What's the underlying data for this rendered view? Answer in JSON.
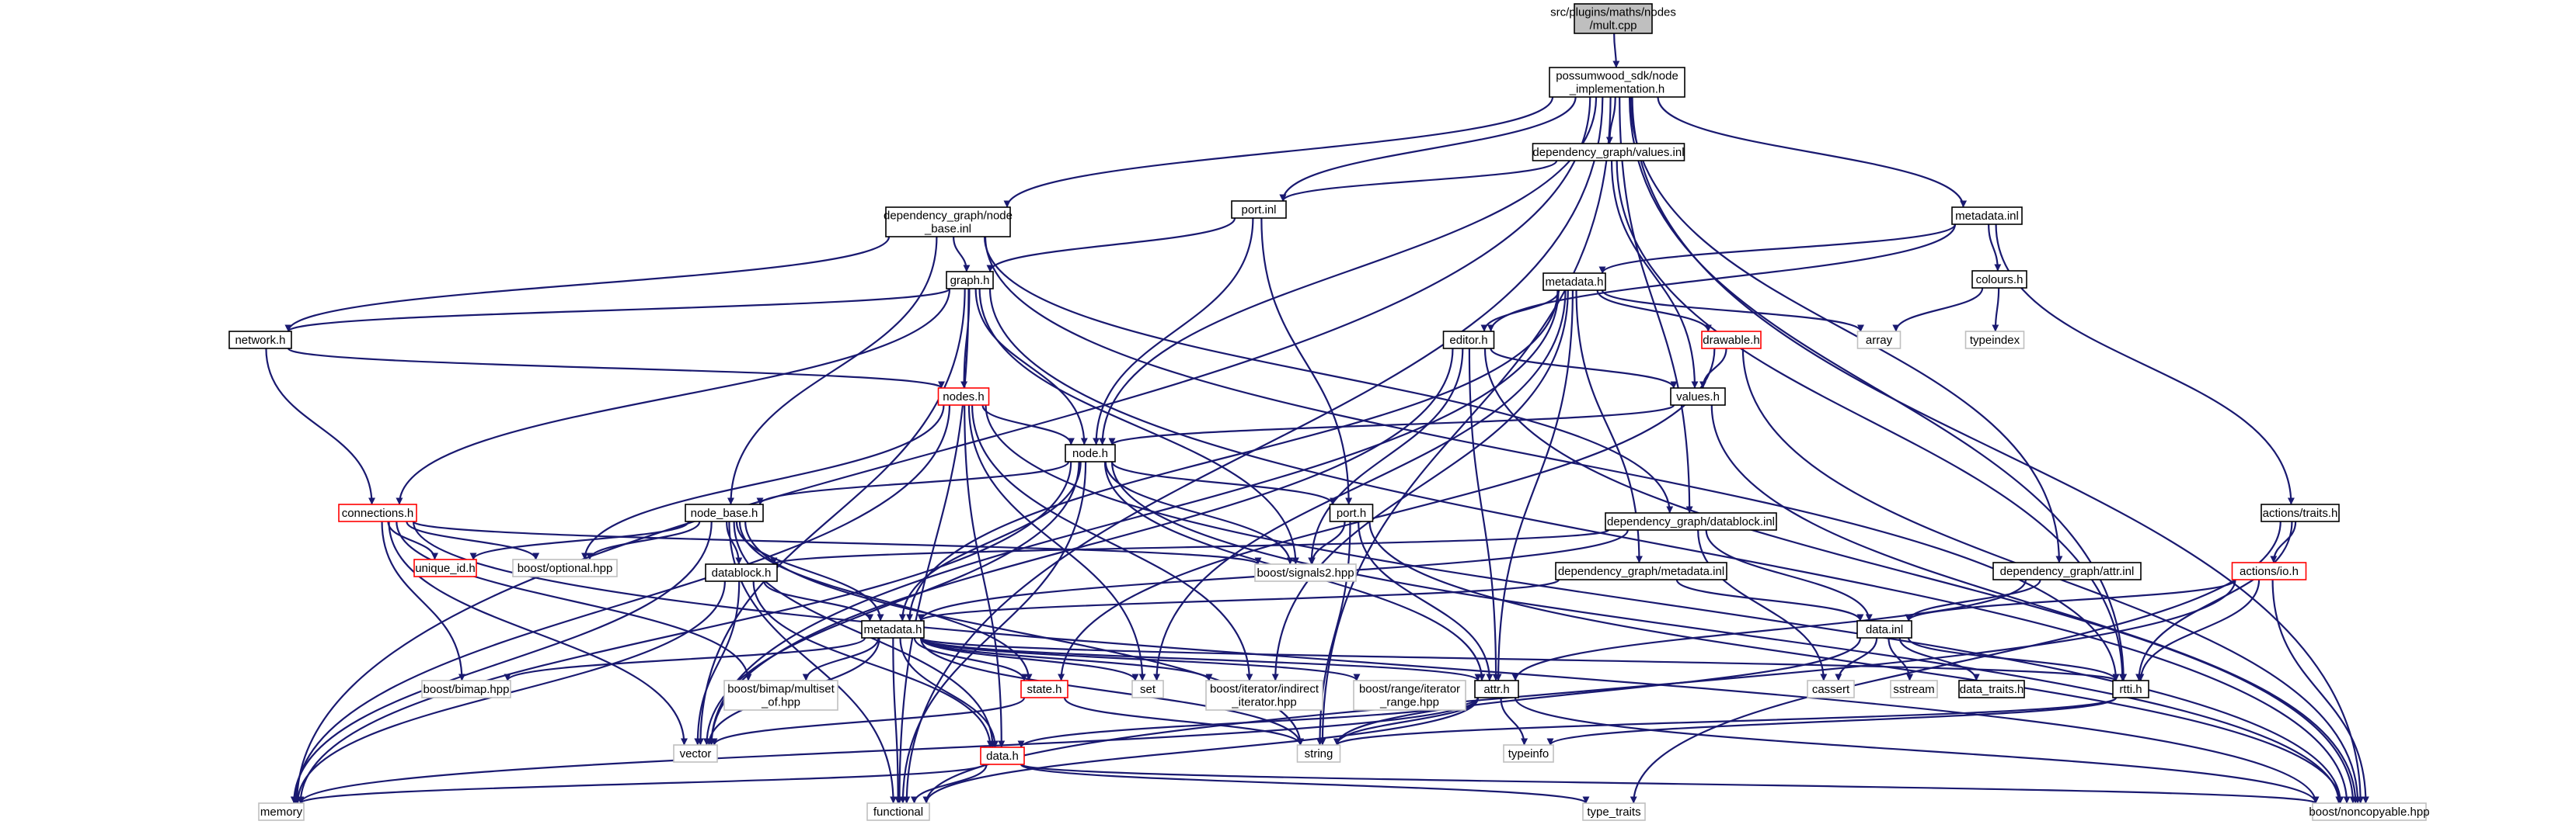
{
  "graph": {
    "colors": {
      "edge": "#191970",
      "root_fill": "#bfbfbf",
      "node_border": "#000000",
      "highlight_border": "#ff0000",
      "external_border": "#bfbfbf"
    },
    "nodes": [
      {
        "id": "mult_cpp",
        "lines": [
          "src/plugins/maths/nodes",
          "/mult.cpp"
        ],
        "style": "root"
      },
      {
        "id": "node_impl",
        "lines": [
          "possumwood_sdk/node",
          "_implementation.h"
        ],
        "style": "normal"
      },
      {
        "id": "values_inl",
        "lines": [
          "dependency_graph/values.inl"
        ],
        "style": "normal"
      },
      {
        "id": "node_base_inl",
        "lines": [
          "dependency_graph/node",
          "_base.inl"
        ],
        "style": "normal"
      },
      {
        "id": "port_inl",
        "lines": [
          "port.inl"
        ],
        "style": "normal"
      },
      {
        "id": "metadata_inl",
        "lines": [
          "metadata.inl"
        ],
        "style": "normal"
      },
      {
        "id": "graph_h",
        "lines": [
          "graph.h"
        ],
        "style": "normal"
      },
      {
        "id": "colours_h",
        "lines": [
          "colours.h"
        ],
        "style": "normal"
      },
      {
        "id": "metadata_h_top",
        "lines": [
          "metadata.h"
        ],
        "style": "normal"
      },
      {
        "id": "network_h",
        "lines": [
          "network.h"
        ],
        "style": "normal"
      },
      {
        "id": "editor_h",
        "lines": [
          "editor.h"
        ],
        "style": "normal"
      },
      {
        "id": "drawable_h",
        "lines": [
          "drawable.h"
        ],
        "style": "red"
      },
      {
        "id": "array",
        "lines": [
          "array"
        ],
        "style": "external"
      },
      {
        "id": "typeindex",
        "lines": [
          "typeindex"
        ],
        "style": "external"
      },
      {
        "id": "nodes_h",
        "lines": [
          "nodes.h"
        ],
        "style": "red"
      },
      {
        "id": "values_h",
        "lines": [
          "values.h"
        ],
        "style": "normal"
      },
      {
        "id": "node_h",
        "lines": [
          "node.h"
        ],
        "style": "normal"
      },
      {
        "id": "connections_h",
        "lines": [
          "connections.h"
        ],
        "style": "red"
      },
      {
        "id": "node_base_h",
        "lines": [
          "node_base.h"
        ],
        "style": "normal"
      },
      {
        "id": "port_h",
        "lines": [
          "port.h"
        ],
        "style": "normal"
      },
      {
        "id": "datablock_inl",
        "lines": [
          "dependency_graph/datablock.inl"
        ],
        "style": "normal"
      },
      {
        "id": "actions_traits_h",
        "lines": [
          "actions/traits.h"
        ],
        "style": "normal"
      },
      {
        "id": "unique_id_h",
        "lines": [
          "unique_id.h"
        ],
        "style": "red"
      },
      {
        "id": "boost_optional",
        "lines": [
          "boost/optional.hpp"
        ],
        "style": "external"
      },
      {
        "id": "datablock_h",
        "lines": [
          "datablock.h"
        ],
        "style": "normal"
      },
      {
        "id": "boost_signals2",
        "lines": [
          "boost/signals2.hpp"
        ],
        "style": "external"
      },
      {
        "id": "dg_metadata_inl",
        "lines": [
          "dependency_graph/metadata.inl"
        ],
        "style": "normal"
      },
      {
        "id": "dg_attr_inl",
        "lines": [
          "dependency_graph/attr.inl"
        ],
        "style": "normal"
      },
      {
        "id": "actions_io_h",
        "lines": [
          "actions/io.h"
        ],
        "style": "red"
      },
      {
        "id": "metadata_h",
        "lines": [
          "metadata.h"
        ],
        "style": "normal"
      },
      {
        "id": "data_inl",
        "lines": [
          "data.inl"
        ],
        "style": "normal"
      },
      {
        "id": "boost_bimap",
        "lines": [
          "boost/bimap.hpp"
        ],
        "style": "external"
      },
      {
        "id": "boost_bimap_multiset",
        "lines": [
          "boost/bimap/multiset",
          "_of.hpp"
        ],
        "style": "external"
      },
      {
        "id": "state_h",
        "lines": [
          "state.h"
        ],
        "style": "red"
      },
      {
        "id": "set",
        "lines": [
          "set"
        ],
        "style": "external"
      },
      {
        "id": "boost_iter_indirect",
        "lines": [
          "boost/iterator/indirect",
          "_iterator.hpp"
        ],
        "style": "external"
      },
      {
        "id": "boost_range_iter",
        "lines": [
          "boost/range/iterator",
          "_range.hpp"
        ],
        "style": "external"
      },
      {
        "id": "attr_h",
        "lines": [
          "attr.h"
        ],
        "style": "normal"
      },
      {
        "id": "cassert",
        "lines": [
          "cassert"
        ],
        "style": "external"
      },
      {
        "id": "sstream",
        "lines": [
          "sstream"
        ],
        "style": "external"
      },
      {
        "id": "data_traits_h",
        "lines": [
          "data_traits.h"
        ],
        "style": "normal"
      },
      {
        "id": "rtti_h",
        "lines": [
          "rtti.h"
        ],
        "style": "normal"
      },
      {
        "id": "vector",
        "lines": [
          "vector"
        ],
        "style": "external"
      },
      {
        "id": "string",
        "lines": [
          "string"
        ],
        "style": "external"
      },
      {
        "id": "typeinfo",
        "lines": [
          "typeinfo"
        ],
        "style": "external"
      },
      {
        "id": "data_h",
        "lines": [
          "data.h"
        ],
        "style": "red"
      },
      {
        "id": "memory",
        "lines": [
          "memory"
        ],
        "style": "external"
      },
      {
        "id": "functional",
        "lines": [
          "functional"
        ],
        "style": "external"
      },
      {
        "id": "type_traits",
        "lines": [
          "type_traits"
        ],
        "style": "external"
      },
      {
        "id": "boost_noncopyable",
        "lines": [
          "boost/noncopyable.hpp"
        ],
        "style": "external"
      }
    ],
    "edges": [
      [
        "mult_cpp",
        "node_impl"
      ],
      [
        "node_impl",
        "values_inl"
      ],
      [
        "node_impl",
        "node_base_inl"
      ],
      [
        "node_impl",
        "port_inl"
      ],
      [
        "node_impl",
        "metadata_inl"
      ],
      [
        "node_impl",
        "node_h"
      ],
      [
        "node_impl",
        "datablock_inl"
      ],
      [
        "node_impl",
        "dg_attr_inl"
      ],
      [
        "node_impl",
        "rtti_h"
      ],
      [
        "node_impl",
        "string"
      ],
      [
        "node_impl",
        "memory"
      ],
      [
        "node_impl",
        "functional"
      ],
      [
        "node_impl",
        "boost_noncopyable"
      ],
      [
        "values_inl",
        "port_inl"
      ],
      [
        "values_inl",
        "values_h"
      ],
      [
        "values_inl",
        "rtti_h"
      ],
      [
        "node_base_inl",
        "graph_h"
      ],
      [
        "node_base_inl",
        "network_h"
      ],
      [
        "node_base_inl",
        "datablock_inl"
      ],
      [
        "node_base_inl",
        "node_base_h"
      ],
      [
        "node_base_inl",
        "rtti_h"
      ],
      [
        "port_inl",
        "graph_h"
      ],
      [
        "port_inl",
        "node_h"
      ],
      [
        "port_inl",
        "port_h"
      ],
      [
        "metadata_inl",
        "metadata_h_top"
      ],
      [
        "metadata_inl",
        "colours_h"
      ],
      [
        "metadata_inl",
        "actions_traits_h"
      ],
      [
        "metadata_inl",
        "editor_h"
      ],
      [
        "colours_h",
        "array"
      ],
      [
        "colours_h",
        "typeindex"
      ],
      [
        "graph_h",
        "network_h"
      ],
      [
        "graph_h",
        "nodes_h"
      ],
      [
        "graph_h",
        "node_h"
      ],
      [
        "graph_h",
        "connections_h"
      ],
      [
        "graph_h",
        "boost_signals2"
      ],
      [
        "graph_h",
        "vector"
      ],
      [
        "graph_h",
        "functional"
      ],
      [
        "graph_h",
        "boost_noncopyable"
      ],
      [
        "metadata_h_top",
        "editor_h"
      ],
      [
        "metadata_h_top",
        "drawable_h"
      ],
      [
        "metadata_h_top",
        "array"
      ],
      [
        "metadata_h_top",
        "metadata_h"
      ],
      [
        "metadata_h_top",
        "set"
      ],
      [
        "metadata_h_top",
        "dg_metadata_inl"
      ],
      [
        "metadata_h_top",
        "attr_h"
      ],
      [
        "metadata_h_top",
        "boost_iter_indirect"
      ],
      [
        "metadata_h_top",
        "vector"
      ],
      [
        "network_h",
        "nodes_h"
      ],
      [
        "network_h",
        "connections_h"
      ],
      [
        "editor_h",
        "values_h"
      ],
      [
        "editor_h",
        "attr_h"
      ],
      [
        "editor_h",
        "boost_signals2"
      ],
      [
        "editor_h",
        "vector"
      ],
      [
        "editor_h",
        "boost_noncopyable"
      ],
      [
        "drawable_h",
        "values_h"
      ],
      [
        "drawable_h",
        "boost_noncopyable"
      ],
      [
        "drawable_h",
        "state_h"
      ],
      [
        "nodes_h",
        "node_h"
      ],
      [
        "nodes_h",
        "boost_optional"
      ],
      [
        "nodes_h",
        "boost_iter_indirect"
      ],
      [
        "nodes_h",
        "memory"
      ],
      [
        "nodes_h",
        "set"
      ],
      [
        "nodes_h",
        "boost_noncopyable"
      ],
      [
        "nodes_h",
        "data_h"
      ],
      [
        "values_h",
        "node_h"
      ],
      [
        "values_h",
        "boost_noncopyable"
      ],
      [
        "node_h",
        "node_base_h"
      ],
      [
        "node_h",
        "port_h"
      ],
      [
        "node_h",
        "boost_signals2"
      ],
      [
        "node_h",
        "metadata_h"
      ],
      [
        "node_h",
        "attr_h"
      ],
      [
        "node_h",
        "memory"
      ],
      [
        "node_h",
        "functional"
      ],
      [
        "node_h",
        "boost_noncopyable"
      ],
      [
        "node_h",
        "vector"
      ],
      [
        "connections_h",
        "unique_id_h"
      ],
      [
        "connections_h",
        "boost_optional"
      ],
      [
        "connections_h",
        "boost_signals2"
      ],
      [
        "connections_h",
        "boost_bimap"
      ],
      [
        "connections_h",
        "boost_bimap_multiset"
      ],
      [
        "connections_h",
        "boost_noncopyable"
      ],
      [
        "connections_h",
        "vector"
      ],
      [
        "node_base_h",
        "unique_id_h"
      ],
      [
        "node_base_h",
        "boost_optional"
      ],
      [
        "node_base_h",
        "datablock_h"
      ],
      [
        "node_base_h",
        "metadata_h"
      ],
      [
        "node_base_h",
        "state_h"
      ],
      [
        "node_base_h",
        "memory"
      ],
      [
        "node_base_h",
        "string"
      ],
      [
        "node_base_h",
        "data_h"
      ],
      [
        "node_base_h",
        "functional"
      ],
      [
        "port_h",
        "boost_signals2"
      ],
      [
        "port_h",
        "attr_h"
      ],
      [
        "port_h",
        "string"
      ],
      [
        "port_h",
        "boost_noncopyable"
      ],
      [
        "datablock_inl",
        "datablock_h"
      ],
      [
        "datablock_inl",
        "data_inl"
      ],
      [
        "datablock_inl",
        "cassert"
      ],
      [
        "datablock_inl",
        "metadata_h"
      ],
      [
        "actions_traits_h",
        "actions_io_h"
      ],
      [
        "actions_traits_h",
        "rtti_h"
      ],
      [
        "actions_traits_h",
        "type_traits"
      ],
      [
        "datablock_h",
        "metadata_h"
      ],
      [
        "datablock_h",
        "data_h"
      ],
      [
        "datablock_h",
        "vector"
      ],
      [
        "datablock_h",
        "memory"
      ],
      [
        "dg_metadata_inl",
        "metadata_h"
      ],
      [
        "dg_metadata_inl",
        "data_inl"
      ],
      [
        "dg_attr_inl",
        "attr_h"
      ],
      [
        "dg_attr_inl",
        "data_inl"
      ],
      [
        "actions_io_h",
        "data_inl"
      ],
      [
        "actions_io_h",
        "rtti_h"
      ],
      [
        "actions_io_h",
        "boost_noncopyable"
      ],
      [
        "actions_io_h",
        "functional"
      ],
      [
        "metadata_h",
        "boost_bimap"
      ],
      [
        "metadata_h",
        "boost_bimap_multiset"
      ],
      [
        "metadata_h",
        "state_h"
      ],
      [
        "metadata_h",
        "set"
      ],
      [
        "metadata_h",
        "boost_iter_indirect"
      ],
      [
        "metadata_h",
        "boost_range_iter"
      ],
      [
        "metadata_h",
        "attr_h"
      ],
      [
        "metadata_h",
        "vector"
      ],
      [
        "metadata_h",
        "string"
      ],
      [
        "metadata_h",
        "data_h"
      ],
      [
        "metadata_h",
        "functional"
      ],
      [
        "metadata_h",
        "rtti_h"
      ],
      [
        "data_inl",
        "cassert"
      ],
      [
        "data_inl",
        "sstream"
      ],
      [
        "data_inl",
        "data_traits_h"
      ],
      [
        "data_inl",
        "rtti_h"
      ],
      [
        "data_inl",
        "string"
      ],
      [
        "state_h",
        "vector"
      ],
      [
        "state_h",
        "string"
      ],
      [
        "attr_h",
        "data_h"
      ],
      [
        "attr_h",
        "string"
      ],
      [
        "attr_h",
        "typeinfo"
      ],
      [
        "attr_h",
        "memory"
      ],
      [
        "attr_h",
        "functional"
      ],
      [
        "attr_h",
        "boost_noncopyable"
      ],
      [
        "rtti_h",
        "string"
      ],
      [
        "rtti_h",
        "typeinfo"
      ],
      [
        "data_h",
        "memory"
      ],
      [
        "data_h",
        "functional"
      ],
      [
        "data_h",
        "type_traits"
      ],
      [
        "data_h",
        "boost_noncopyable"
      ]
    ]
  }
}
